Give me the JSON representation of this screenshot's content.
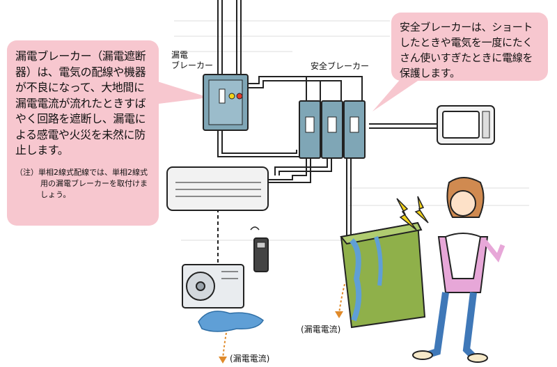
{
  "callouts": {
    "leakage": {
      "text": "漏電ブレーカー（漏電遮断器）は、電気の配線や機器が不良になって、大地間に漏電電流が流れたときすばやく回路を遮断し、漏電による感電や火災を未然に防止します。",
      "note": "（注）単相2線式配線では、単相2線式用の漏電ブレーカーを取付けましょう。"
    },
    "safety": {
      "text": "安全ブレーカーは、ショートしたときや電気を一度にたくさん使いすぎたときに電線を保護します。"
    }
  },
  "labels": {
    "leakage_breaker_line1": "漏電",
    "leakage_breaker_line2": "ブレーカー",
    "safety_breaker": "安全ブレーカー",
    "leakage_current_1": "(漏電電流)",
    "leakage_current_2": "(漏電電流)"
  },
  "colors": {
    "callout_pink": "#f7c7cf",
    "breaker_blue": "#7fa6b6",
    "washer_green": "#8fb04a",
    "water_blue": "#5f9fd6",
    "spark_yellow": "#f2d21a",
    "arrow_orange": "#e08a2a",
    "wire": "#222222"
  }
}
